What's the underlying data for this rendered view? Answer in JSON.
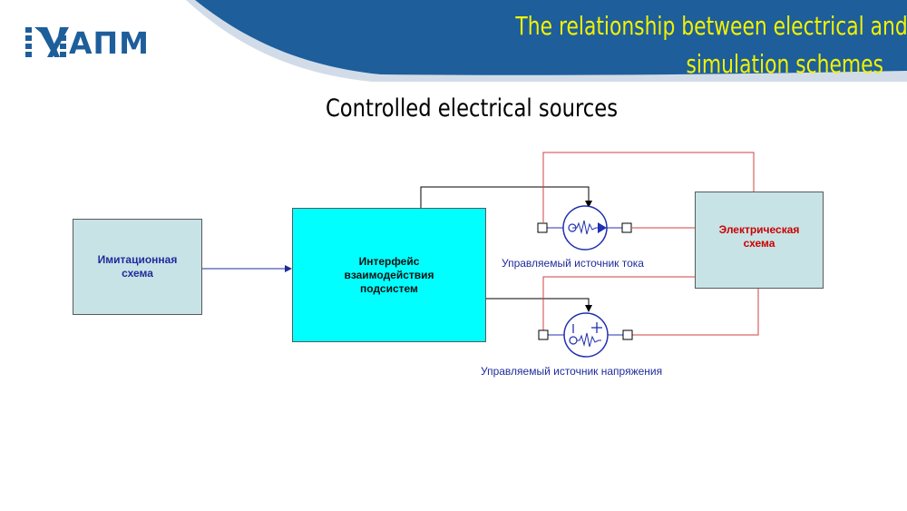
{
  "colors": {
    "header_blue": "#1d5e9b",
    "header_light": "#d2dce8",
    "title_yellow": "#f2f200",
    "box_light": "#c7e3e6",
    "box_cyan": "#00ffff",
    "wire_black": "#000000",
    "wire_red": "#d04040",
    "label_blue": "#1f2c9c",
    "label_red": "#cc0000"
  },
  "logo": {
    "text": "АПМ",
    "icon": "apm-logo-icon"
  },
  "header": {
    "title_line1": "The relationship between electrical and",
    "title_line2": "simulation schemes"
  },
  "subtitle": "Controlled electrical sources",
  "diagram": {
    "simulation_box": {
      "line1": "Имитационная",
      "line2": "схема"
    },
    "interface_box": {
      "line1": "Интерфейс",
      "line2": "взаимодействия",
      "line3": "подсистем"
    },
    "electrical_box": {
      "line1": "Электрическая",
      "line2": "схема"
    },
    "current_source": {
      "label": "Управляемый источник тока",
      "icon": "controlled-current-source-icon"
    },
    "voltage_source": {
      "label": "Управляемый источник напряжения",
      "icon": "controlled-voltage-source-icon"
    }
  }
}
